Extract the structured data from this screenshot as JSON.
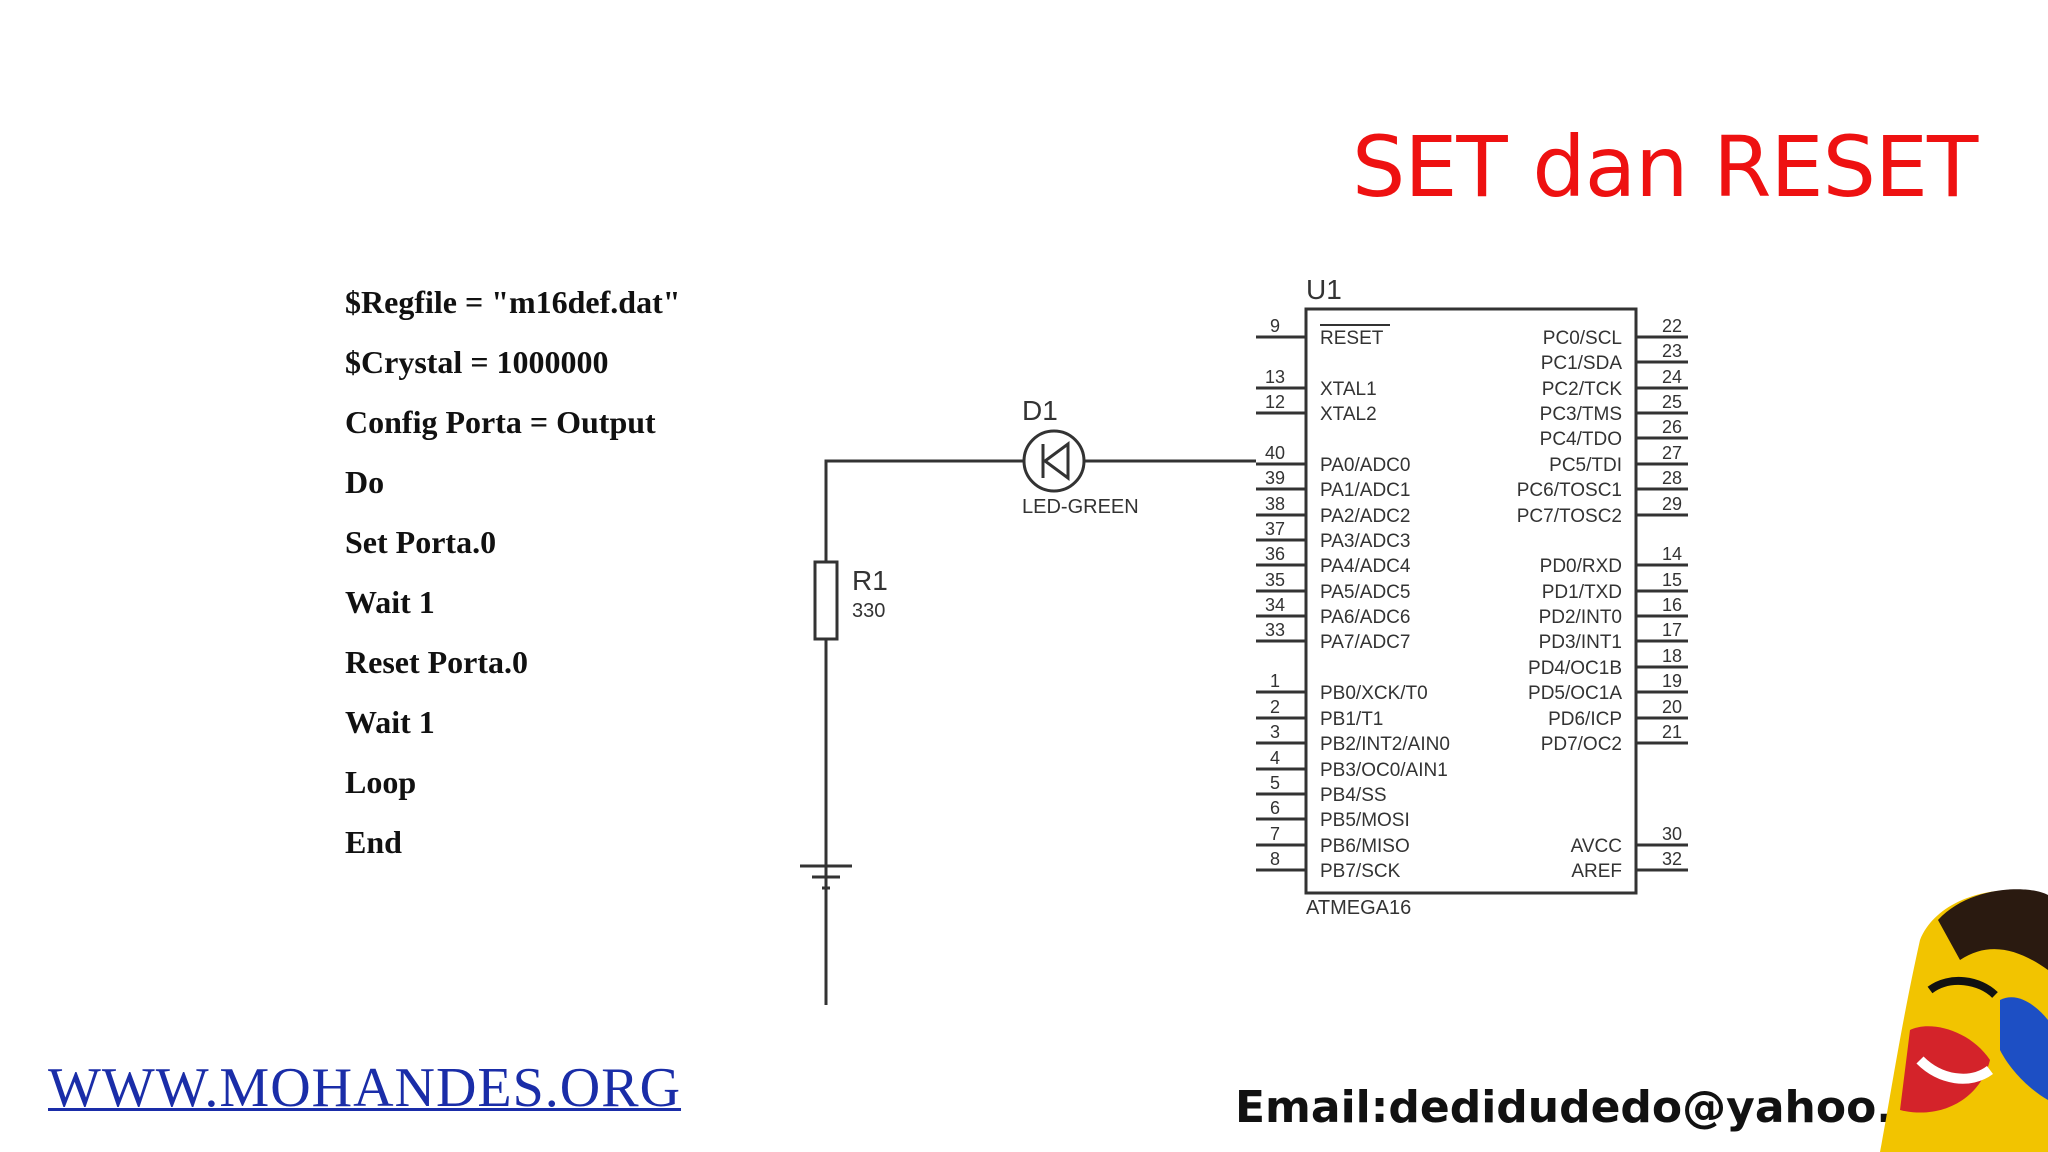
{
  "slide": {
    "title": "SET dan RESET",
    "website": "WWW.MOHANDES.ORG",
    "email": "Email:dedidudedo@yahoo.com"
  },
  "code": [
    "$Regfile = \"m16def.dat\"",
    "$Crystal = 1000000",
    "Config Porta = Output",
    "Do",
    "Set Porta.0",
    "Wait 1",
    "Reset Porta.0",
    "Wait 1",
    "Loop",
    "End"
  ],
  "schematic": {
    "chip": {
      "ref": "U1",
      "part": "ATMEGA16"
    },
    "led": {
      "ref": "D1",
      "value": "LED-GREEN"
    },
    "resistor": {
      "ref": "R1",
      "value": "330"
    },
    "left_pins": [
      {
        "num": "9",
        "name": "RESET"
      },
      {
        "num": "13",
        "name": "XTAL1"
      },
      {
        "num": "12",
        "name": "XTAL2"
      },
      {
        "num": "40",
        "name": "PA0/ADC0"
      },
      {
        "num": "39",
        "name": "PA1/ADC1"
      },
      {
        "num": "38",
        "name": "PA2/ADC2"
      },
      {
        "num": "37",
        "name": "PA3/ADC3"
      },
      {
        "num": "36",
        "name": "PA4/ADC4"
      },
      {
        "num": "35",
        "name": "PA5/ADC5"
      },
      {
        "num": "34",
        "name": "PA6/ADC6"
      },
      {
        "num": "33",
        "name": "PA7/ADC7"
      },
      {
        "num": "1",
        "name": "PB0/XCK/T0"
      },
      {
        "num": "2",
        "name": "PB1/T1"
      },
      {
        "num": "3",
        "name": "PB2/INT2/AIN0"
      },
      {
        "num": "4",
        "name": "PB3/OC0/AIN1"
      },
      {
        "num": "5",
        "name": "PB4/SS"
      },
      {
        "num": "6",
        "name": "PB5/MOSI"
      },
      {
        "num": "7",
        "name": "PB6/MISO"
      },
      {
        "num": "8",
        "name": "PB7/SCK"
      }
    ],
    "right_pins": [
      {
        "num": "22",
        "name": "PC0/SCL"
      },
      {
        "num": "23",
        "name": "PC1/SDA"
      },
      {
        "num": "24",
        "name": "PC2/TCK"
      },
      {
        "num": "25",
        "name": "PC3/TMS"
      },
      {
        "num": "26",
        "name": "PC4/TDO"
      },
      {
        "num": "27",
        "name": "PC5/TDI"
      },
      {
        "num": "28",
        "name": "PC6/TOSC1"
      },
      {
        "num": "29",
        "name": "PC7/TOSC2"
      },
      {
        "num": "14",
        "name": "PD0/RXD"
      },
      {
        "num": "15",
        "name": "PD1/TXD"
      },
      {
        "num": "16",
        "name": "PD2/INT0"
      },
      {
        "num": "17",
        "name": "PD3/INT1"
      },
      {
        "num": "18",
        "name": "PD4/OC1B"
      },
      {
        "num": "19",
        "name": "PD5/OC1A"
      },
      {
        "num": "20",
        "name": "PD6/ICP"
      },
      {
        "num": "21",
        "name": "PD7/OC2"
      },
      {
        "num": "30",
        "name": "AVCC"
      },
      {
        "num": "32",
        "name": "AREF"
      }
    ]
  },
  "colors": {
    "title": "#ee1111",
    "website": "#1a2da8",
    "wire": "#333333"
  }
}
